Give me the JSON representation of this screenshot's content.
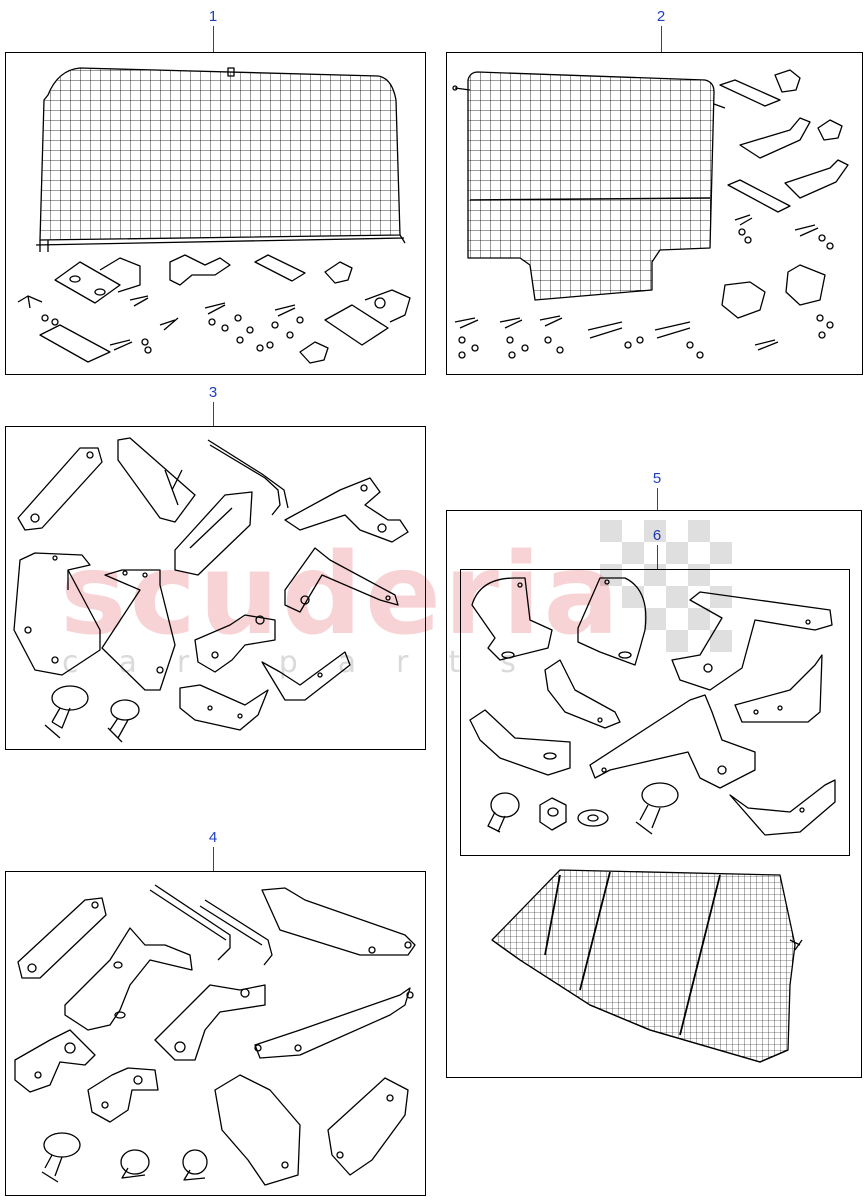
{
  "diagram": {
    "callouts": [
      {
        "id": "1",
        "label": "1"
      },
      {
        "id": "2",
        "label": "2"
      },
      {
        "id": "3",
        "label": "3"
      },
      {
        "id": "4",
        "label": "4"
      },
      {
        "id": "5",
        "label": "5"
      },
      {
        "id": "6",
        "label": "6"
      }
    ],
    "watermark": {
      "brand": "scuderia",
      "sub": "car parts"
    },
    "colors": {
      "callout": "#1f3fbf",
      "line": "#000000",
      "watermark": "#eb7882"
    }
  }
}
